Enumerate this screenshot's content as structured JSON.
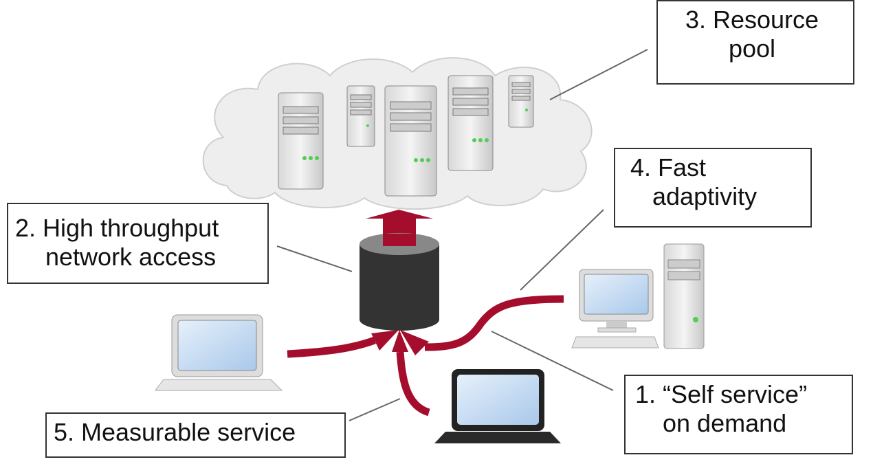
{
  "labels": {
    "resource_pool": {
      "line1": "3. Resource",
      "line2": "pool"
    },
    "fast_adaptivity": {
      "line1": "4. Fast",
      "line2": "adaptivity"
    },
    "network_access": {
      "line1": "2. High throughput",
      "line2": "network access"
    },
    "self_service": {
      "line1": "1. “Self service”",
      "line2": "on demand"
    },
    "measurable": {
      "line1": "5. Measurable service"
    }
  },
  "colors": {
    "arrow": "#a50d2c",
    "cylinder": "#333333",
    "cloud": "#eeeeee",
    "screen": "#c7dcf2"
  }
}
